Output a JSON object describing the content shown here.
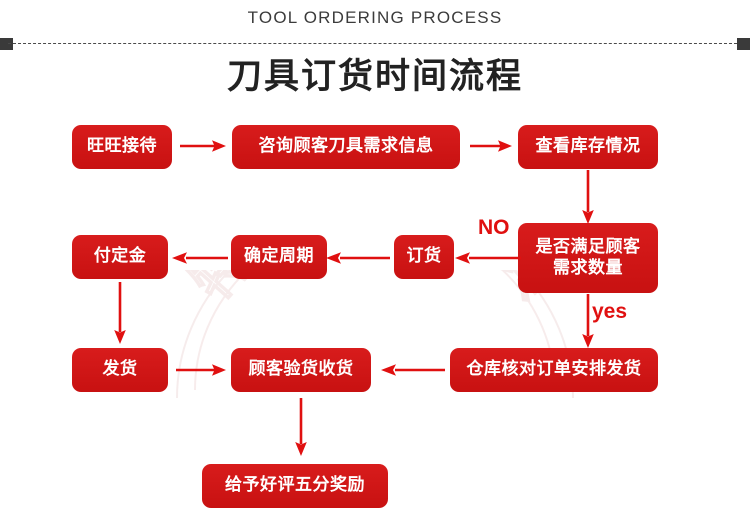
{
  "header": {
    "english_title": "TOOL ORDERING PROCESS",
    "chinese_title": "刀具订货时间流程"
  },
  "watermark": {
    "text": "特瑞数控刀具"
  },
  "theme": {
    "node_color": "#d51a1a",
    "arrow_color": "#e01010",
    "title_color": "#222222",
    "rule_color": "#3a3a3a",
    "background": "#ffffff"
  },
  "flow": {
    "nodes": [
      {
        "id": "n1",
        "label": "旺旺接待"
      },
      {
        "id": "n2",
        "label": "咨询顾客刀具需求信息"
      },
      {
        "id": "n3",
        "label": "查看库存情况"
      },
      {
        "id": "n4",
        "label": "是否满足顾客\n需求数量"
      },
      {
        "id": "n5",
        "label": "订货"
      },
      {
        "id": "n6",
        "label": "确定周期"
      },
      {
        "id": "n7",
        "label": "付定金"
      },
      {
        "id": "n8",
        "label": "发货"
      },
      {
        "id": "n9",
        "label": "顾客验货收货"
      },
      {
        "id": "n10",
        "label": "仓库核对订单安排发货"
      },
      {
        "id": "n11",
        "label": "给予好评五分奖励"
      }
    ],
    "edge_labels": [
      {
        "id": "no",
        "text": "NO"
      },
      {
        "id": "yes",
        "text": "yes"
      }
    ]
  }
}
